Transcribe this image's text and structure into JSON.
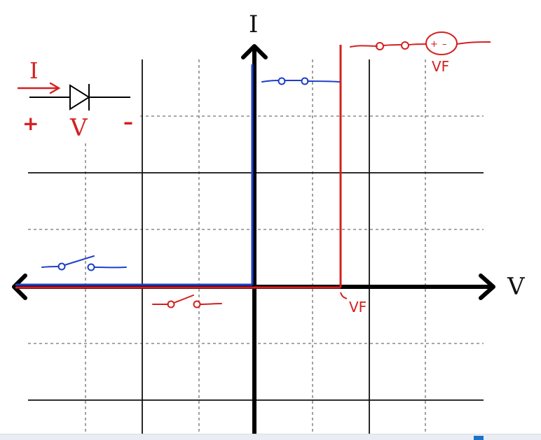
{
  "axes": {
    "y_label": "I",
    "x_label": "V"
  },
  "diode_symbol": {
    "current_label": "I",
    "voltage_label": "V",
    "plus": "+",
    "minus": "–"
  },
  "annotations": {
    "vf_top": "VF",
    "vf_axis": "VF",
    "source_plus": "+",
    "source_minus": "–"
  },
  "colors": {
    "axis": "#000000",
    "grid_major": "#111111",
    "grid_minor": "#8a8a8a",
    "red_curve": "#d42020",
    "blue_curve": "#1f3fc8",
    "background": "#ffffff"
  },
  "curves": {
    "blue": {
      "description_points_V_I": [
        [
          -4.2,
          0
        ],
        [
          0,
          0
        ],
        [
          0,
          4.5
        ]
      ]
    },
    "red": {
      "description_points_V_I": [
        [
          -4.2,
          0
        ],
        [
          1.5,
          0
        ],
        [
          1.5,
          4.5
        ]
      ]
    },
    "vf_value": 1.5
  },
  "icons": [
    "diode-icon",
    "switch-closed-icon",
    "switch-open-icon",
    "voltage-source-icon",
    "current-arrow-icon"
  ]
}
